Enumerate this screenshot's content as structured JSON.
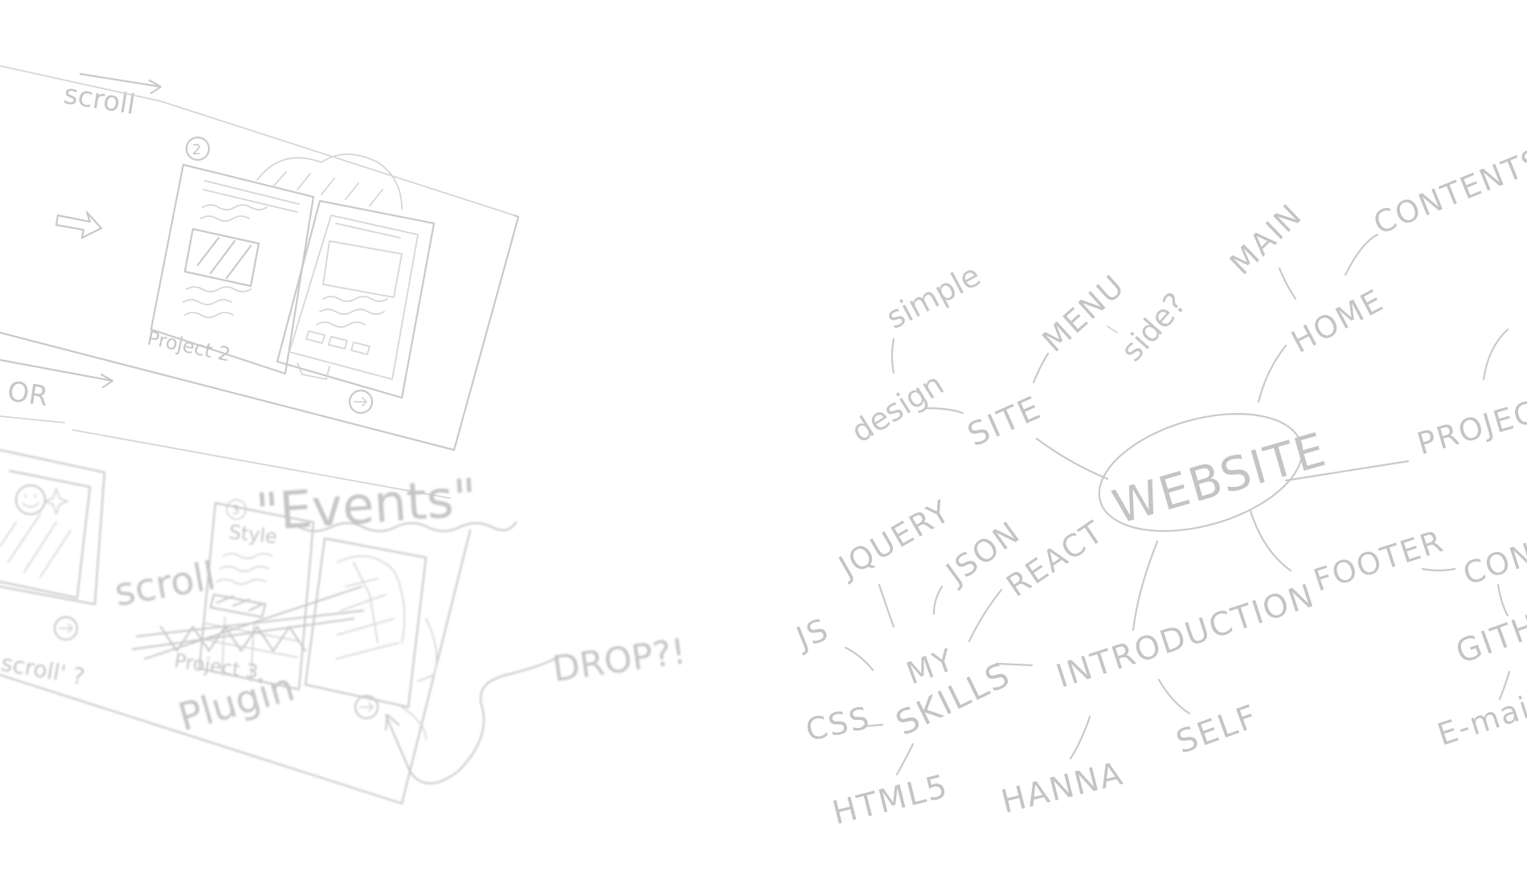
{
  "sketch_left": {
    "scroll_top": "scroll",
    "project_label": "Project 2",
    "circle_number": "2",
    "or_label": "OR",
    "events_label": "\"Events\"",
    "style_label": "Style",
    "circle_number_3": "3",
    "scroll_mid": "scroll",
    "project3_label": "Project 3",
    "plugin_label": "Plugin",
    "scroll_question": "scroll' ?",
    "drop_label": "DROP?!"
  },
  "mind_map": {
    "center": "WEBSITE",
    "site": "SITE",
    "simple": "simple",
    "design": "design",
    "menu": "MENU",
    "side": "side?",
    "main": "MAIN",
    "contents": "CONTENTS",
    "home": "HOME",
    "project": "PROJECT",
    "footer": "FOOTER",
    "contact": "CONTACT",
    "github": "GITHUB",
    "email": "E-mail",
    "jquery": "JQUERY",
    "json": "JSON",
    "react": "REACT",
    "js": "JS",
    "my": "MY",
    "skills": "SKILLS",
    "css": "CSS",
    "html5": "HTML5",
    "introduction": "INTRODUCTION",
    "hanna": "HANNA",
    "self": "SELF"
  }
}
